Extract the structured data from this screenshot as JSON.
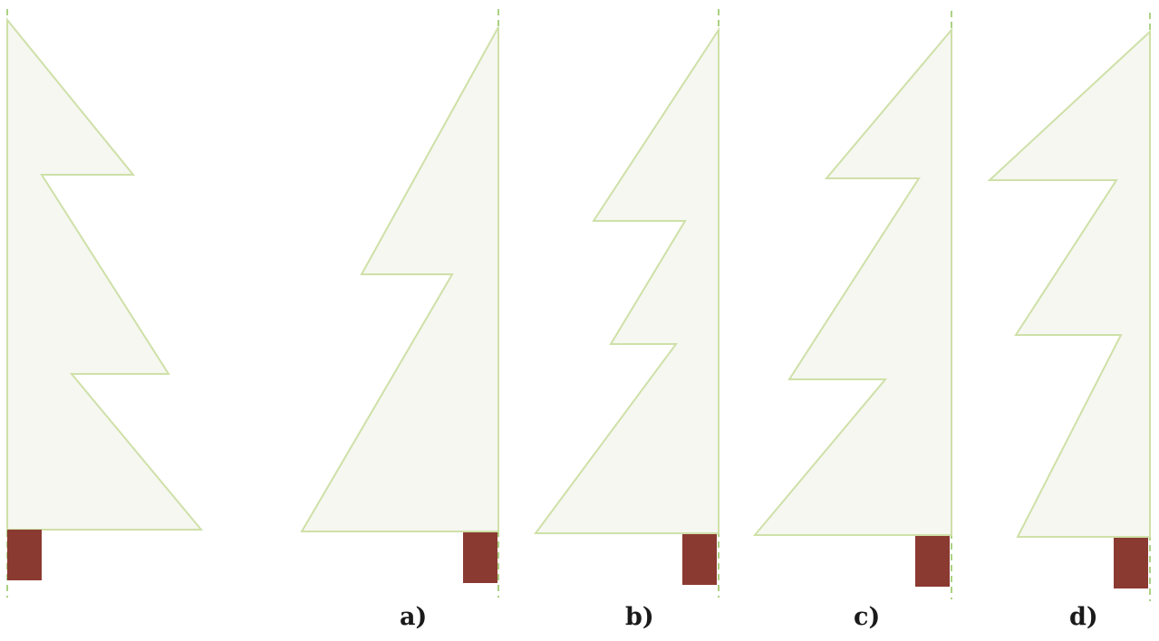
{
  "colors": {
    "tree_fill": "#f5f7f0",
    "tree_outline": "#cfe0a8",
    "fold_line": "#8fc25a",
    "trunk": "#8b3a32"
  },
  "figures": [
    {
      "id": "original",
      "label": ""
    },
    {
      "id": "a",
      "label": "a)"
    },
    {
      "id": "b",
      "label": "b)"
    },
    {
      "id": "c",
      "label": "c)"
    },
    {
      "id": "d",
      "label": "d)"
    }
  ]
}
